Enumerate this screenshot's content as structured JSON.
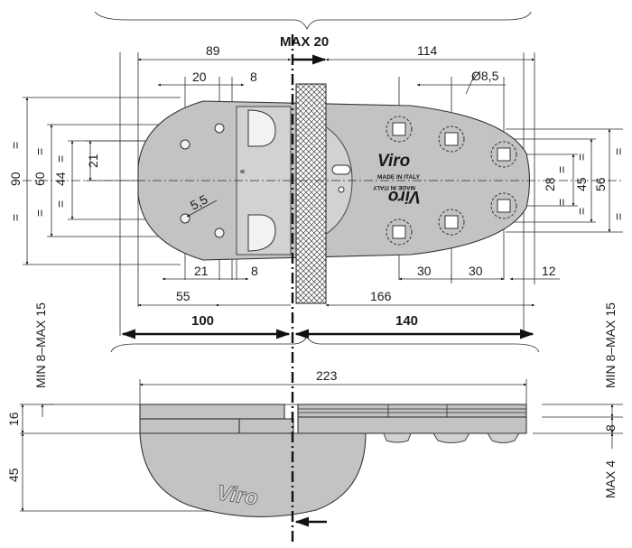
{
  "labels": {
    "max20": "MAX 20",
    "d89": "89",
    "d114": "114",
    "d20": "20",
    "d8a": "8",
    "phi": "Ø8,5",
    "d90": "90",
    "d60": "60",
    "d44": "44",
    "d21v": "21",
    "d55r": "5,5",
    "d28": "28",
    "d45": "45",
    "d56": "56",
    "d21": "21",
    "d8b": "8",
    "d30a": "30",
    "d30b": "30",
    "d12": "12",
    "d55": "55",
    "d166": "166",
    "d100": "100",
    "d140": "140",
    "d223": "223",
    "d16": "16",
    "d45s": "45",
    "minmax15l": "MIN 8–MAX 15",
    "minmax15r": "MIN 8–MAX 15",
    "d8s": "8",
    "max4": "MAX 4",
    "eq": "="
  },
  "brand": {
    "logo": "Viro",
    "made_in_italy": "MADE IN ITALY"
  },
  "colors": {
    "part_fill": "#c3c3c3",
    "line": "#1a1a1a"
  }
}
